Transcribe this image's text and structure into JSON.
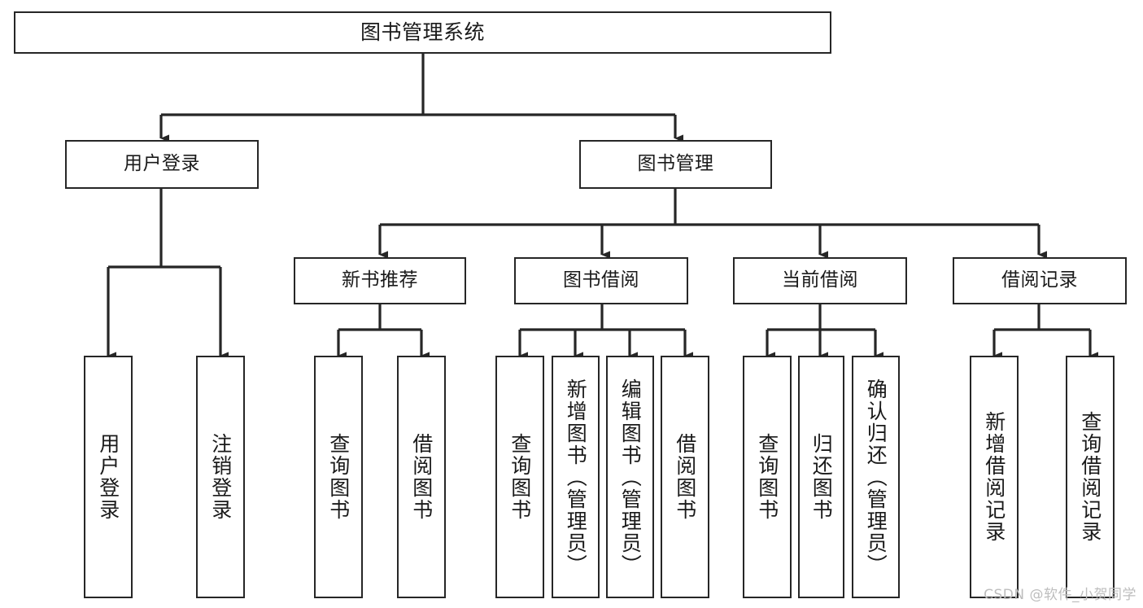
{
  "diagram": {
    "type": "tree-hierarchy",
    "title": "图书管理系统",
    "background_color": "#ffffff",
    "line_color": "#262626",
    "text_color": "#1a1a1a",
    "nodes": {
      "root": {
        "label": "图书管理系统"
      },
      "level2": [
        {
          "id": "user-login",
          "label": "用户登录"
        },
        {
          "id": "book-manage",
          "label": "图书管理"
        }
      ],
      "level3": [
        {
          "id": "new-book-recommend",
          "label": "新书推荐"
        },
        {
          "id": "book-borrow",
          "label": "图书借阅"
        },
        {
          "id": "current-borrow",
          "label": "当前借阅"
        },
        {
          "id": "borrow-record",
          "label": "借阅记录"
        }
      ],
      "leaves": {
        "user-login": [
          {
            "id": "leaf-user-login",
            "label": "用户登录"
          },
          {
            "id": "leaf-user-logout",
            "label": "注销登录"
          }
        ],
        "new-book-recommend": [
          {
            "id": "leaf-query-book-1",
            "label": "查询图书"
          },
          {
            "id": "leaf-borrow-book-1",
            "label": "借阅图书"
          }
        ],
        "book-borrow": [
          {
            "id": "leaf-query-book-2",
            "label": "查询图书"
          },
          {
            "id": "leaf-add-book",
            "label": "新增图书（管理员）"
          },
          {
            "id": "leaf-edit-book",
            "label": "编辑图书（管理员）"
          },
          {
            "id": "leaf-borrow-book-2",
            "label": "借阅图书"
          }
        ],
        "current-borrow": [
          {
            "id": "leaf-query-book-3",
            "label": "查询图书"
          },
          {
            "id": "leaf-return-book",
            "label": "归还图书"
          },
          {
            "id": "leaf-confirm-return",
            "label": "确认归还（管理员）"
          }
        ],
        "borrow-record": [
          {
            "id": "leaf-add-record",
            "label": "新增借阅记录"
          },
          {
            "id": "leaf-query-record",
            "label": "查询借阅记录"
          }
        ]
      }
    },
    "watermark": "CSDN @软件_小贺同学"
  }
}
